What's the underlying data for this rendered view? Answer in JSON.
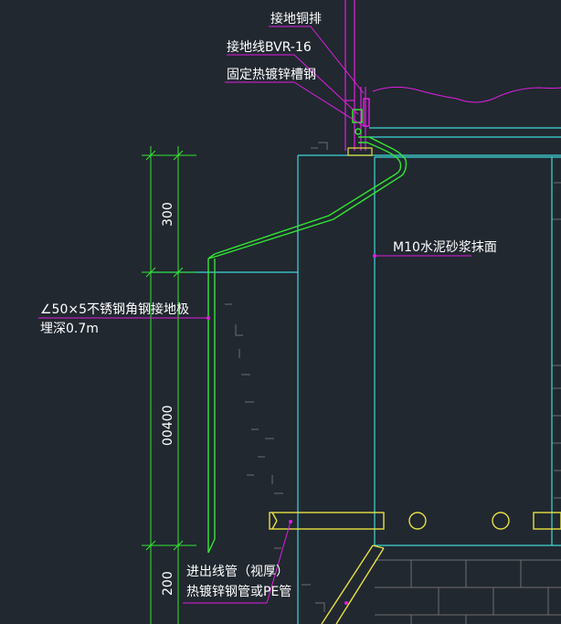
{
  "labels": {
    "ground_copper_bar": "接地铜排",
    "ground_wire": "接地线BVR-16",
    "fixed_channel": "固定热镀锌槽钢",
    "cement_mortar": "M10水泥砂浆抹面",
    "angle_steel_line1": "∠50×5不锈钢角钢接地极",
    "angle_steel_line2": "埋深0.7m",
    "conduit_line1": "进出线管（视厚）",
    "conduit_line2": "热镀锌钢管或PE管"
  },
  "dimensions": {
    "d300": "300",
    "d400": "00400",
    "d200": "200"
  },
  "colors": {
    "background": "#212830",
    "cyan": "#3fd8d8",
    "green": "#33e633",
    "magenta": "#e01ee0",
    "yellow": "#e8e040",
    "grey": "#8a8a8a",
    "white": "#ffffff"
  }
}
